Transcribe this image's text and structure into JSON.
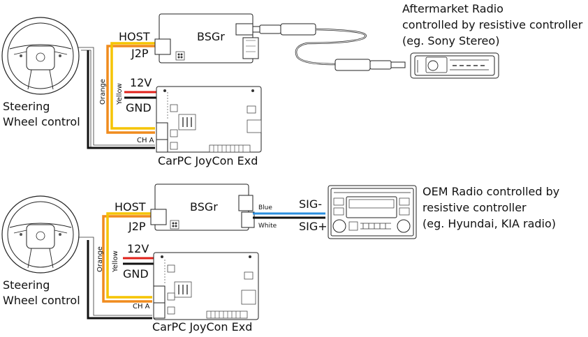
{
  "diagram1": {
    "steering_label_line1": "Steering",
    "steering_label_line2": "Wheel control",
    "bsgr_label": "BSGr",
    "host_label": "HOST",
    "j2p_label": "J2P",
    "v12_label": "12V",
    "gnd_label": "GND",
    "orange_label": "Orange",
    "yellow_label": "Yellow",
    "cha_label": "CH A",
    "joycon_label": "CarPC JoyCon Exd",
    "radio_line1": "Aftermarket Radio",
    "radio_line2": "controlled by resistive controller",
    "radio_line3": "(eg. Sony Stereo)"
  },
  "diagram2": {
    "steering_label_line1": "Steering",
    "steering_label_line2": "Wheel control",
    "bsgr_label": "BSGr",
    "host_label": "HOST",
    "j2p_label": "J2P",
    "v12_label": "12V",
    "gnd_label": "GND",
    "orange_label": "Orange",
    "yellow_label": "Yellow",
    "cha_label": "CH A",
    "joycon_label": "CarPC JoyCon Exd",
    "blue_label": "Blue",
    "white_label": "White",
    "sigminus_label": "SIG-",
    "sigplus_label": "SIG+",
    "radio_line1": "OEM Radio controlled by",
    "radio_line2": "resistive controller",
    "radio_line3": "(eg. Hyundai, KIA radio)"
  },
  "colors": {
    "orange": "#f08c1e",
    "yellow": "#f5c400",
    "red": "#e0201a",
    "black": "#111111",
    "blue": "#2a8fe0"
  }
}
